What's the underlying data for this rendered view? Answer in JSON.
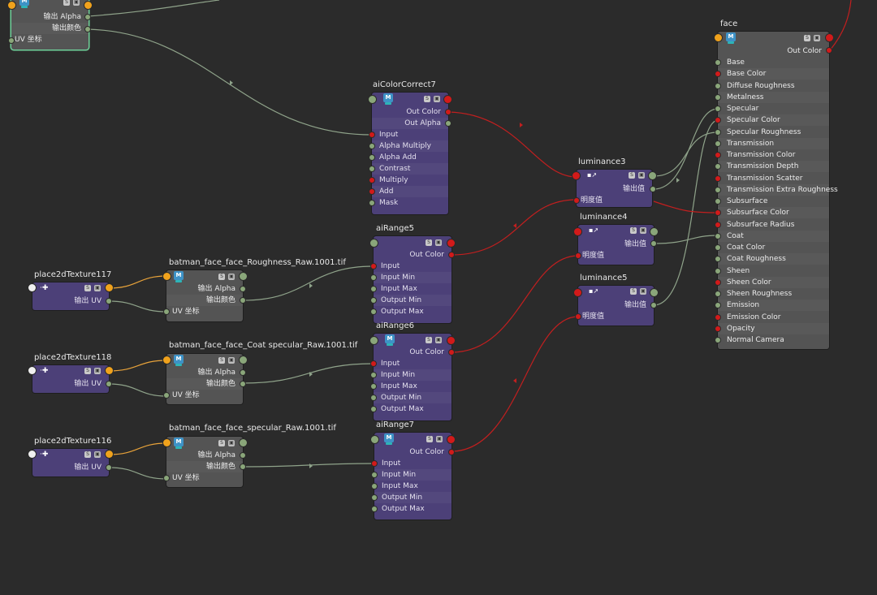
{
  "icons": {
    "node_type": "M",
    "node_settings": "S",
    "node_swatch": "▣",
    "place2d": "·✚",
    "luminance": "▪↗"
  },
  "colors": {
    "canvas": "#2b2b2b",
    "node_purple": "#4c4078",
    "node_grey": "#545454",
    "wire_grey": "#8fa38a",
    "wire_red": "#c21f1f",
    "wire_orange": "#e7a23a",
    "selected_outline": "#6fd29a"
  },
  "topfile": {
    "rows": [
      "输出 Alpha",
      "输出颜色",
      "UV 坐标"
    ]
  },
  "colorcorrect": {
    "title": "aiColorCorrect7",
    "outputs": [
      "Out Color",
      "Out Alpha"
    ],
    "inputs": [
      "Input",
      "Alpha Multiply",
      "Alpha Add",
      "Contrast",
      "Multiply",
      "Add",
      "Mask"
    ]
  },
  "ranges": [
    {
      "title": "aiRange5",
      "output": "Out Color",
      "inputs": [
        "Input",
        "Input Min",
        "Input Max",
        "Output Min",
        "Output Max"
      ]
    },
    {
      "title": "aiRange6",
      "output": "Out Color",
      "inputs": [
        "Input",
        "Input Min",
        "Input Max",
        "Output Min",
        "Output Max"
      ]
    },
    {
      "title": "aiRange7",
      "output": "Out Color",
      "inputs": [
        "Input",
        "Input Min",
        "Input Max",
        "Output Min",
        "Output Max"
      ]
    }
  ],
  "places": [
    {
      "title": "place2dTexture117",
      "output": "输出 UV"
    },
    {
      "title": "place2dTexture118",
      "output": "输出 UV"
    },
    {
      "title": "place2dTexture116",
      "output": "输出 UV"
    }
  ],
  "files": [
    {
      "title": "batman_face_face_Roughness_Raw.1001.tif",
      "rows": [
        "输出 Alpha",
        "输出颜色",
        "UV 坐标"
      ]
    },
    {
      "title": "batman_face_face_Coat specular_Raw.1001.tif",
      "rows": [
        "输出 Alpha",
        "输出颜色",
        "UV 坐标"
      ]
    },
    {
      "title": "batman_face_face_specular_Raw.1001.tif",
      "rows": [
        "输出 Alpha",
        "输出颜色",
        "UV 坐标"
      ]
    }
  ],
  "lums": [
    {
      "title": "luminance3",
      "output": "输出值",
      "input": "明度值"
    },
    {
      "title": "luminance4",
      "output": "输出值",
      "input": "明度值"
    },
    {
      "title": "luminance5",
      "output": "输出值",
      "input": "明度值"
    }
  ],
  "face": {
    "title": "face",
    "output": "Out Color",
    "inputs": [
      "Base",
      "Base Color",
      "Diffuse Roughness",
      "Metalness",
      "Specular",
      "Specular Color",
      "Specular Roughness",
      "Transmission",
      "Transmission Color",
      "Transmission Depth",
      "Transmission Scatter",
      "Transmission Extra Roughness",
      "Subsurface",
      "Subsurface Color",
      "Subsurface Radius",
      "Coat",
      "Coat Color",
      "Coat Roughness",
      "Sheen",
      "Sheen Color",
      "Sheen Roughness",
      "Emission",
      "Emission Color",
      "Opacity",
      "Normal Camera"
    ]
  }
}
